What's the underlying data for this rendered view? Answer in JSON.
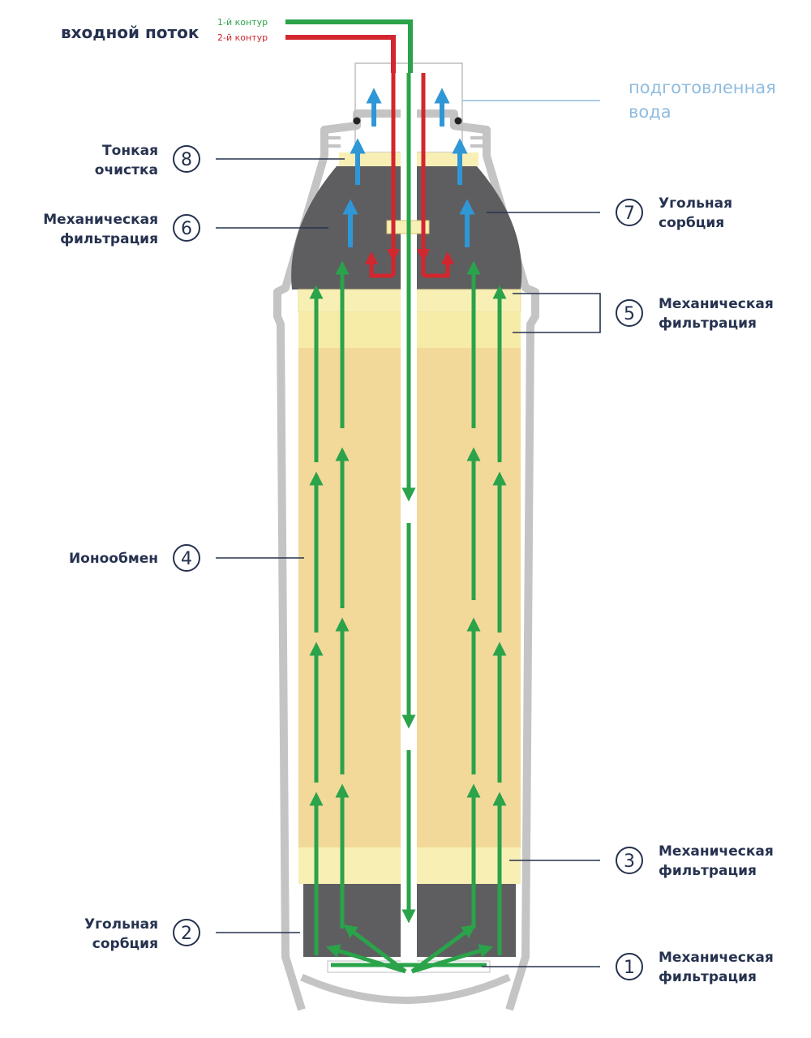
{
  "inflow": {
    "title": "входной поток",
    "circuit1": "1-й контур",
    "circuit2": "2-й контур"
  },
  "outflow": {
    "line1": "подготовленная",
    "line2": "вода"
  },
  "stages": {
    "s1": {
      "number": "1",
      "line1": "Механическая",
      "line2": "фильтрация"
    },
    "s2": {
      "number": "2",
      "line1": "Угольная",
      "line2": "сорбция"
    },
    "s3": {
      "number": "3",
      "line1": "Механическая",
      "line2": "фильтрация"
    },
    "s4": {
      "number": "4",
      "line1": "Ионообмен"
    },
    "s5": {
      "number": "5",
      "line1": "Механическая",
      "line2": "фильтрация"
    },
    "s6": {
      "number": "6",
      "line1": "Механическая",
      "line2": "фильтрация"
    },
    "s7": {
      "number": "7",
      "line1": "Угольная",
      "line2": "сорбция"
    },
    "s8": {
      "number": "8",
      "line1": "Тонкая",
      "line2": "очистка"
    }
  },
  "colors": {
    "circuit1": "#2aa34a",
    "circuit2": "#d3262e",
    "treated_water": "#2f97d6",
    "label_text": "#26324f",
    "ion_exchange_resin": "#f2d99a",
    "mechanical_layer": "#f8efb4",
    "carbon_sorbent": "#5e5e60",
    "housing": "#c4c4c4"
  }
}
